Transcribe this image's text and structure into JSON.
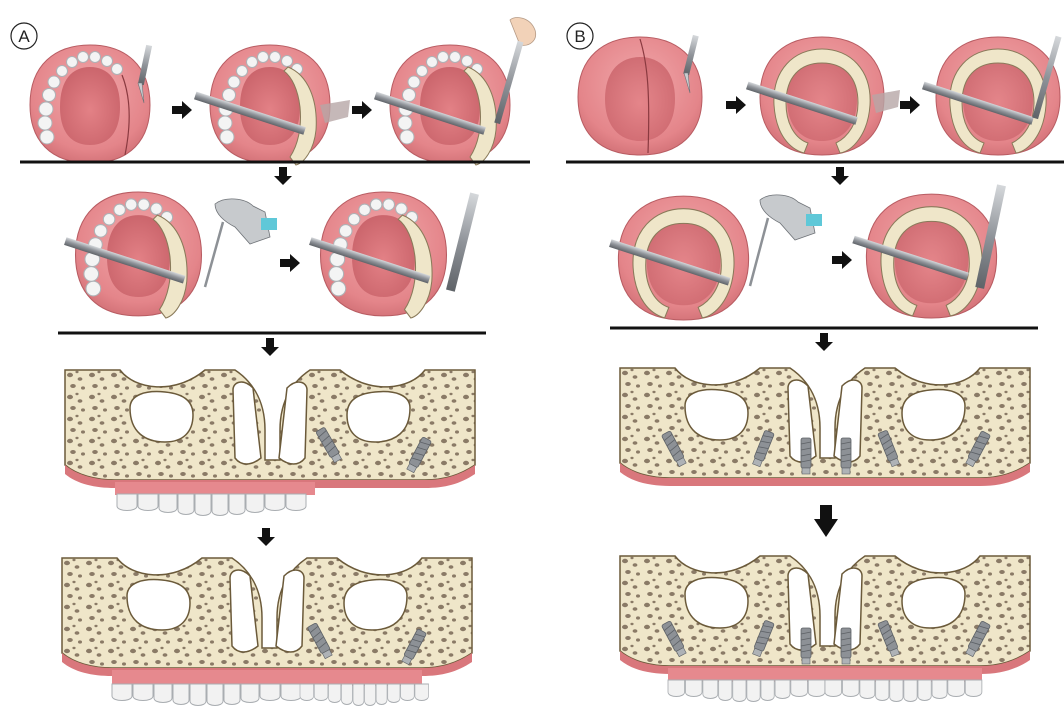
{
  "panels": [
    {
      "id": "A",
      "label": "A",
      "title": ""
    },
    {
      "id": "B",
      "label": "B",
      "title": ""
    }
  ],
  "colors": {
    "gum": "#e6898e",
    "gum_light": "#f4c4c3",
    "palate": "#d9777c",
    "bone": "#efe6c9",
    "bone_outline": "#6b5a3a",
    "marrow": "#8a7a66",
    "tooth": "#f2f2f2",
    "tooth_shade": "#b8bcc0",
    "implant": "#8d9196",
    "instrument": "#9a9ea3",
    "arrow": "#111111",
    "divider": "#111111"
  },
  "icons": [
    "arrow-right-icon",
    "arrow-down-icon",
    "scalpel-icon",
    "retractor-icon",
    "handpiece-icon",
    "implant-driver-icon",
    "implant-icon"
  ]
}
